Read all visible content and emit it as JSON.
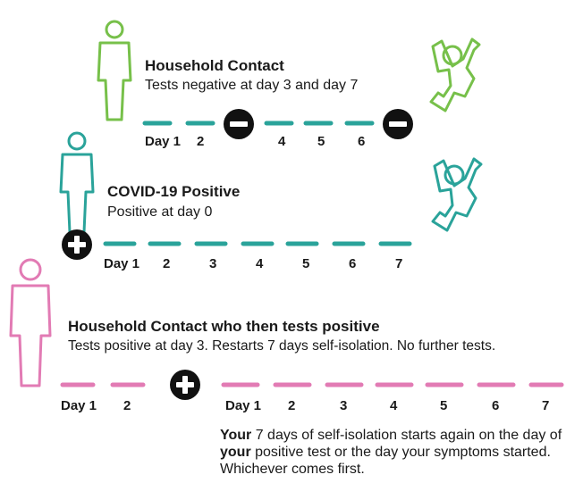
{
  "colors": {
    "green": "#77c04a",
    "teal": "#2aa39a",
    "pink": "#e27bb4",
    "black": "#111111"
  },
  "section1": {
    "title": "Household Contact",
    "subtitle": "Tests negative at day 3 and day 7",
    "days": [
      "Day 1",
      "2",
      "4",
      "5",
      "6"
    ],
    "markers": [
      "minus-icon",
      "minus-icon"
    ]
  },
  "section2": {
    "title": "COVID-19 Positive",
    "subtitle": "Positive at day 0",
    "days": [
      "Day 1",
      "2",
      "3",
      "4",
      "5",
      "6",
      "7"
    ],
    "markers": [
      "plus-icon"
    ]
  },
  "section3": {
    "title": "Household Contact who then tests positive",
    "subtitle": "Tests positive at day 3. Restarts 7 days self-isolation. No further tests.",
    "days_before": [
      "Day 1",
      "2"
    ],
    "days_after": [
      "Day 1",
      "2",
      "3",
      "4",
      "5",
      "6",
      "7"
    ],
    "markers": [
      "plus-icon"
    ],
    "note": {
      "p1_bold": "Your",
      "p1": " 7 days of self-isolation starts again on the day of ",
      "p2_bold": "your",
      "p2": " positive test or the day your symptoms started. Whichever comes first."
    }
  }
}
